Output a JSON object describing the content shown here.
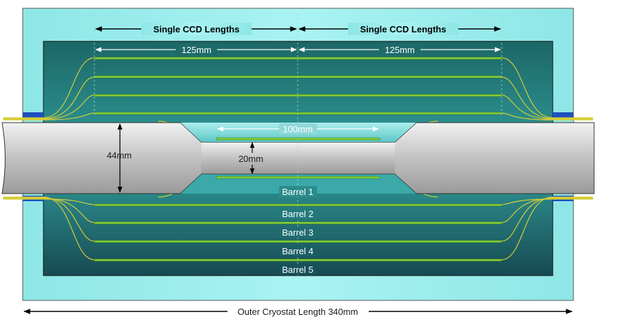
{
  "top_labels": {
    "single_ccd_left": "Single CCD Lengths",
    "single_ccd_right": "Single CCD Lengths",
    "length_left": "125mm",
    "length_right": "125mm"
  },
  "inner_labels": {
    "beampipe_length": "100mm",
    "beampipe_gap": "20mm",
    "outer_diameter": "44mm"
  },
  "barrels": [
    "Barrel 1",
    "Barrel 2",
    "Barrel 3",
    "Barrel 4",
    "Barrel 5"
  ],
  "bottom_label": "Outer Cryostat Length 340mm",
  "colors": {
    "cryostat_outer": "#a6f0f0",
    "cryostat_inner_top": "#1d6f6f",
    "cryostat_inner_bottom": "#174f56",
    "ladder": "#7ccf2a",
    "cable": "#d9cf3a",
    "beampipe": "#c9c9c9"
  }
}
